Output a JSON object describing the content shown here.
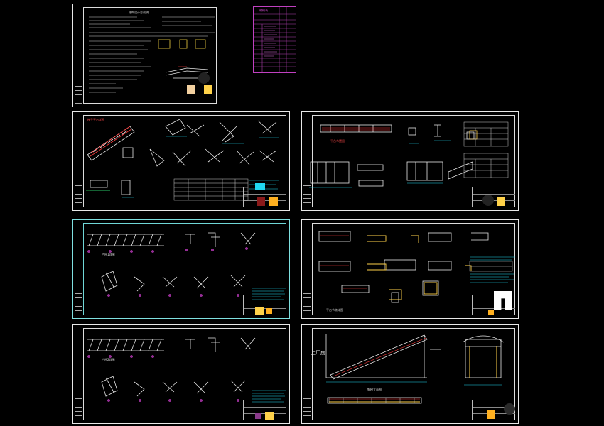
{
  "drawing_set": {
    "sheets": [
      {
        "id": "s1",
        "title": "结构设计总说明"
      },
      {
        "id": "s2",
        "title": "梯子平台详图"
      },
      {
        "id": "s3",
        "title": "平台布置图"
      },
      {
        "id": "s4",
        "title": "栏杆1详图"
      },
      {
        "id": "s5",
        "title": "平台节点详图"
      },
      {
        "id": "s6",
        "title": "栏杆2详图"
      },
      {
        "id": "s7",
        "title": "钢梯立面图"
      }
    ],
    "gate_label": "上厂房",
    "table_title": "材料表",
    "colors": {
      "background": "#000000",
      "frame": "#e8e8e8",
      "cyan_frame": "#7fe0e0",
      "magenta": "#d040d0",
      "yellow": "#ffd24a",
      "orange": "#ffb020",
      "red": "#ff3a3a",
      "cyan": "#20d8f0",
      "green": "#30e060"
    }
  }
}
